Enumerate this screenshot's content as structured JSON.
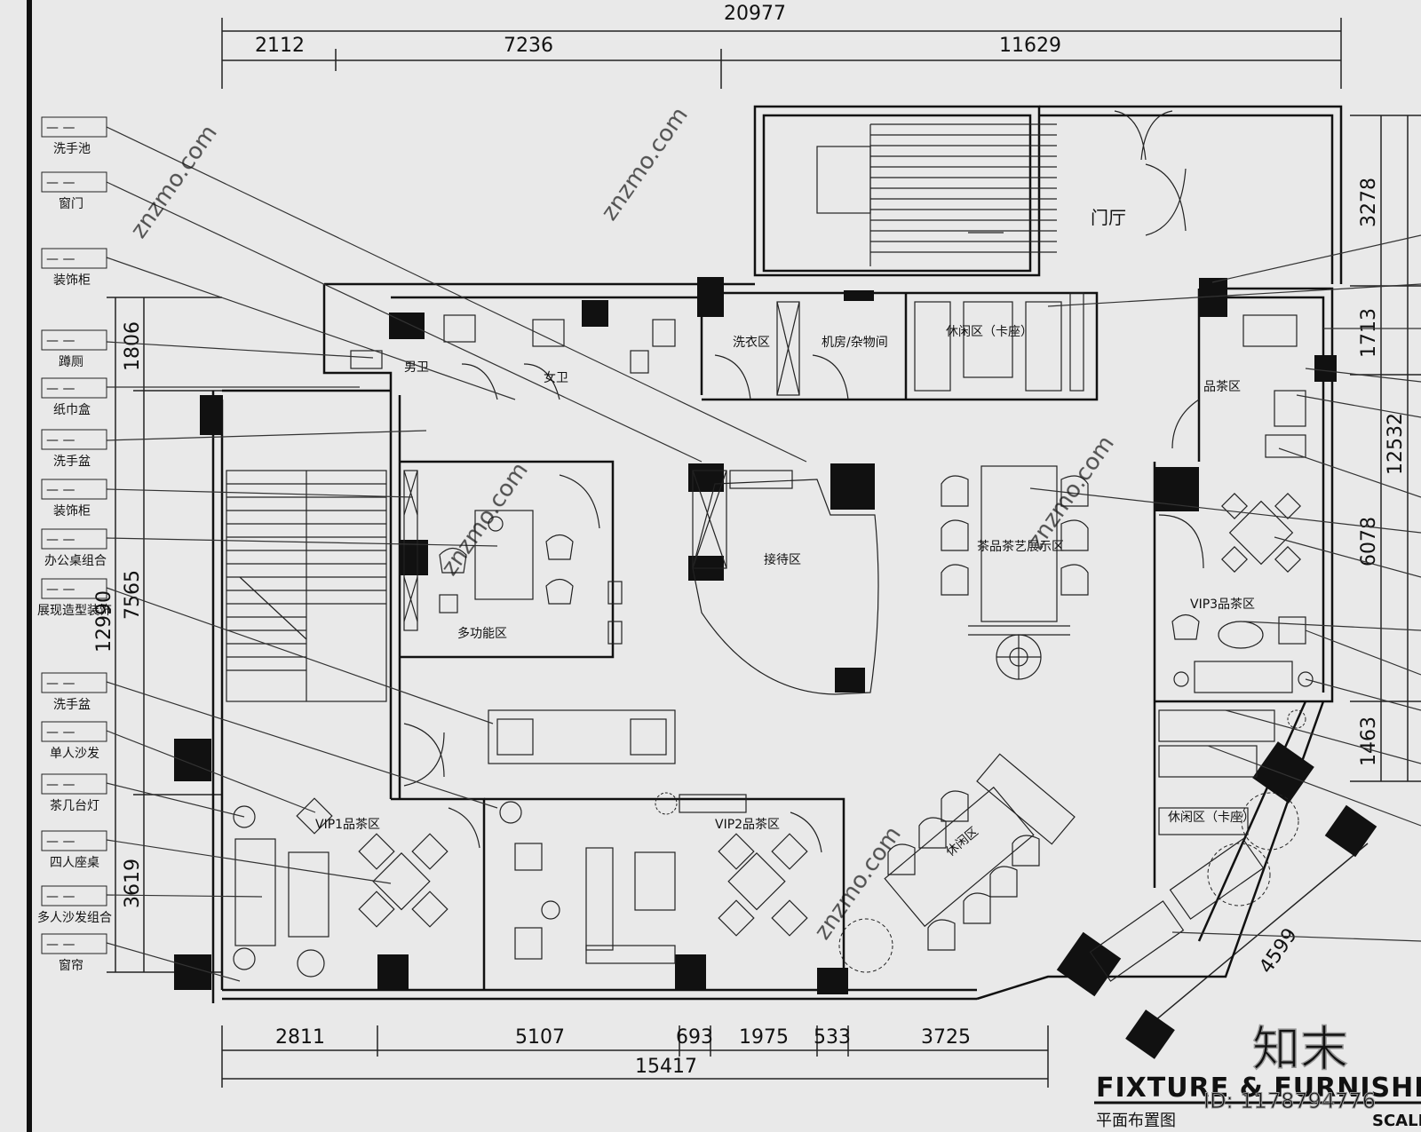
{
  "dimensions": {
    "top_total": "20977",
    "top_segments": [
      "2112",
      "7236",
      "11629"
    ],
    "bottom_segments": [
      "2811",
      "5107",
      "693",
      "1975",
      "533",
      "3725"
    ],
    "bottom_total": "15417",
    "left_outer": "12990",
    "left_segments": [
      "1806",
      "7565",
      "3619"
    ],
    "right_outer": "12532",
    "right_segments": [
      "3278",
      "1713",
      "6078",
      "1463"
    ],
    "diag": "4599"
  },
  "rooms": {
    "lobby": "门厅",
    "multi": "多功能区",
    "vip1": "VIP1品茶区",
    "vip2": "VIP2品茶区",
    "vip3": "VIP3品茶区",
    "rest1": "休闲区",
    "rest2": "休闲区",
    "rest_top": "休闲区（卡座）",
    "rest_right": "休闲区（卡座）",
    "tea_right": "品茶区",
    "tea_center": "茶品茶艺展示区",
    "front_desk": "接待区",
    "wash": "洗衣区",
    "machine_room": "机房/杂物间",
    "male_wc": "男卫",
    "female_wc": "女卫"
  },
  "legend": [
    {
      "code": "—   —",
      "label": "洗手池"
    },
    {
      "code": "—   —",
      "label": "窗门"
    },
    {
      "code": "—   —",
      "label": "装饰柜"
    },
    {
      "code": "—   —",
      "label": "蹲厕"
    },
    {
      "code": "—   —",
      "label": "纸巾盒"
    },
    {
      "code": "—   —",
      "label": "洗手盆"
    },
    {
      "code": "—   —",
      "label": "装饰柜"
    },
    {
      "code": "—   —",
      "label": "办公桌组合"
    },
    {
      "code": "—   —",
      "label": "展现造型装饰"
    },
    {
      "code": "—   —",
      "label": "洗手盆"
    },
    {
      "code": "—   —",
      "label": "单人沙发"
    },
    {
      "code": "—   —",
      "label": "茶几台灯"
    },
    {
      "code": "—   —",
      "label": "四人座桌"
    },
    {
      "code": "—   —",
      "label": "多人沙发组合"
    },
    {
      "code": "—   —",
      "label": "窗帘"
    }
  ],
  "title": {
    "english": "FIXTURE & FURNISHING",
    "chinese": "平面布置图",
    "scale": "SCALE"
  },
  "watermark": {
    "brand": "知末",
    "id": "ID: 1178794776",
    "site": "znzmo.com"
  }
}
